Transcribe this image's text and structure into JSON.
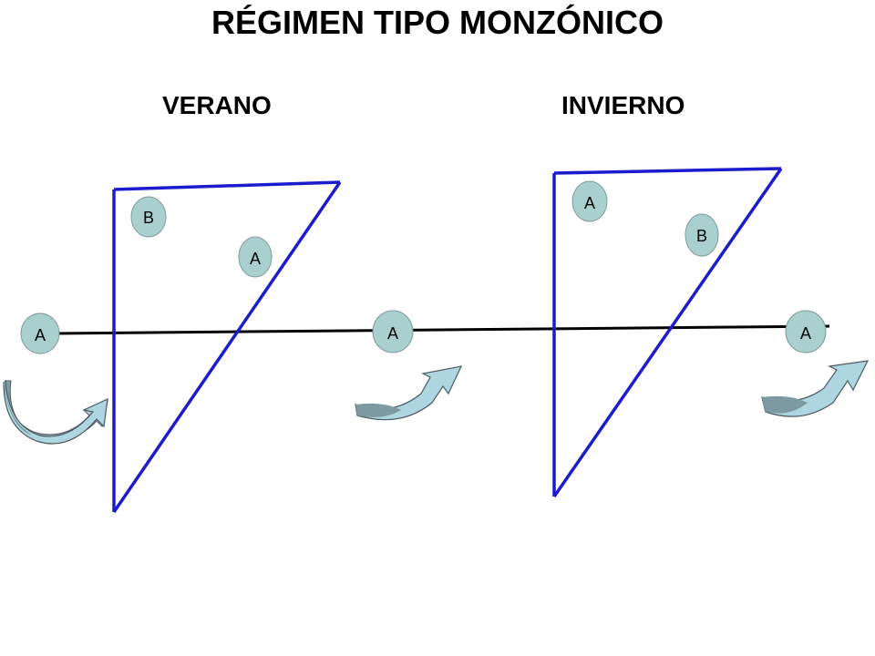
{
  "title": "RÉGIMEN TIPO MONZÓNICO",
  "panels": {
    "left": {
      "label": "VERANO",
      "upper": "B",
      "lower": "A"
    },
    "right": {
      "label": "INVIERNO",
      "upper": "A",
      "lower": "B"
    }
  },
  "axis_nodes": [
    "A",
    "A",
    "A"
  ],
  "colors": {
    "frame": "#1c1ccc",
    "axis": "#000000",
    "circle_fill": "#a9cfcf",
    "circle_stroke": "#7f9a9a",
    "arrow_light": "#aed6e0",
    "arrow_dark": "#7d9aa1"
  }
}
